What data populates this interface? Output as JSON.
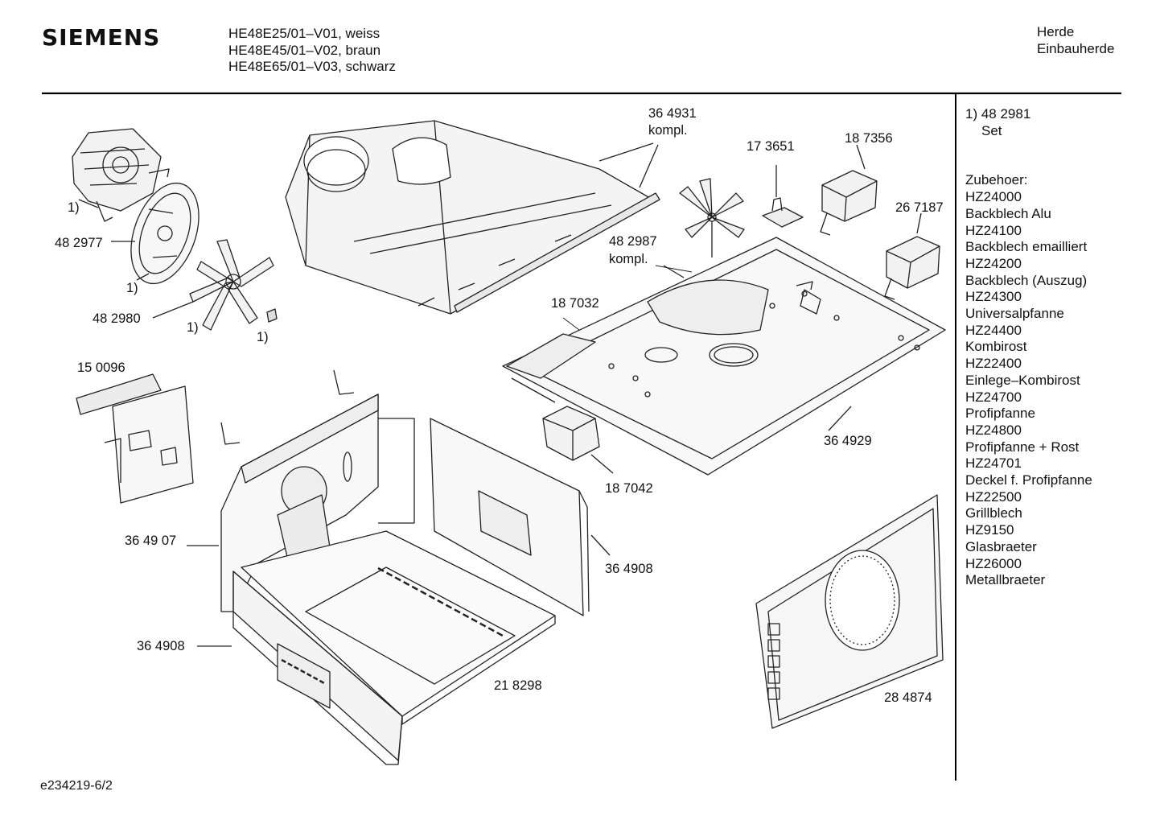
{
  "header": {
    "brand": "SIEMENS",
    "models": [
      "HE48E25/01–V01, weiss",
      "HE48E45/01–V02, braun",
      "HE48E65/01–V03, schwarz"
    ],
    "category": [
      "Herde",
      "Einbauherde"
    ]
  },
  "parts": {
    "p364931": "36 4931",
    "p364931_note": "kompl.",
    "p173651": "17 3651",
    "p187356": "18 7356",
    "p267187": "26 7187",
    "p482987": "48 2987",
    "p482987_note": "kompl.",
    "p187032": "18 7032",
    "p364929": "36 4929",
    "p187042": "18 7042",
    "p482977": "48 2977",
    "p482980": "48 2980",
    "p150096": "15 0096",
    "p364907": "36 49 07",
    "p364908_right": "36 4908",
    "p364908_left": "36 4908",
    "p218298": "21 8298",
    "p284874": "28 4874",
    "ref_a": "1)",
    "ref_b": "1)",
    "ref_c": "1)",
    "ref_d": "1)"
  },
  "sidebar": {
    "set_line": "1) 48 2981",
    "set_label": "Set",
    "accessories_title": "Zubehoer:",
    "accessories": [
      "HZ24000",
      "Backblech Alu",
      "HZ24100",
      "Backblech emailliert",
      "HZ24200",
      "Backblech (Auszug)",
      "HZ24300",
      "Universalpfanne",
      "HZ24400",
      "Kombirost",
      "HZ22400",
      "Einlege–Kombirost",
      "HZ24700",
      "Profipfanne",
      "HZ24800",
      "Profipfanne + Rost",
      "HZ24701",
      "Deckel f. Profipfanne",
      "HZ22500",
      "Grillblech",
      "HZ9150",
      "Glasbraeter",
      "HZ26000",
      "Metallbraeter"
    ]
  },
  "footer": {
    "doc_id": "e234219-6/2"
  }
}
